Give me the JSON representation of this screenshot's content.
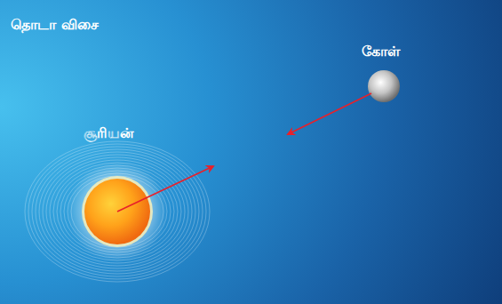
{
  "diagram": {
    "title": "தொடா விசை",
    "nodes": [
      {
        "text": [
          "கோள்"
        ]
      },
      {
        "text": [
          "சூரியன்"
        ]
      }
    ]
  }
}
